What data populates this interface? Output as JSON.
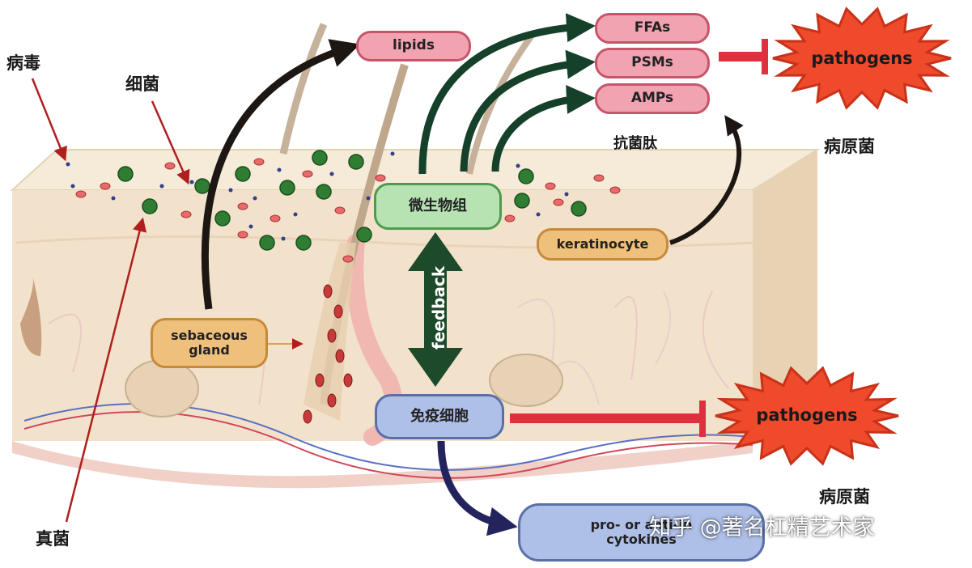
{
  "labels": {
    "virus": "病毒",
    "bacteria": "细菌",
    "fungi": "真菌",
    "amp_cn": "抗菌肽",
    "pathogen_cn_top": "病原菌",
    "pathogen_cn_bottom": "病原菌"
  },
  "boxes": {
    "lipids": "lipids",
    "ffas": "FFAs",
    "psms": "PSMs",
    "amps": "AMPs",
    "microbiome": "微生物组",
    "keratinocyte": "keratinocyte",
    "sebaceous_gland": "sebaceous gland",
    "immune_cells": "免疫细胞",
    "cytokines_line1": "pro- or anti-in",
    "cytokines_line2": "cytokines"
  },
  "bursts": {
    "top": "pathogens",
    "bottom": "pathogens"
  },
  "arrows": {
    "feedback": "feedback"
  },
  "watermark": "知乎 @著名杠精艺术家",
  "colors": {
    "pink_box": "#f2a3b2",
    "green_box": "#b7e3b3",
    "orange_box": "#efbf7c",
    "blue_box": "#aebfe8",
    "burst_fill": "#f04a2c",
    "inhibit_red": "#e0303d",
    "arrow_dark": "#1c1712",
    "arrow_green": "#15402a",
    "arrow_navy": "#23235e",
    "skin": "#f2e2cc"
  }
}
